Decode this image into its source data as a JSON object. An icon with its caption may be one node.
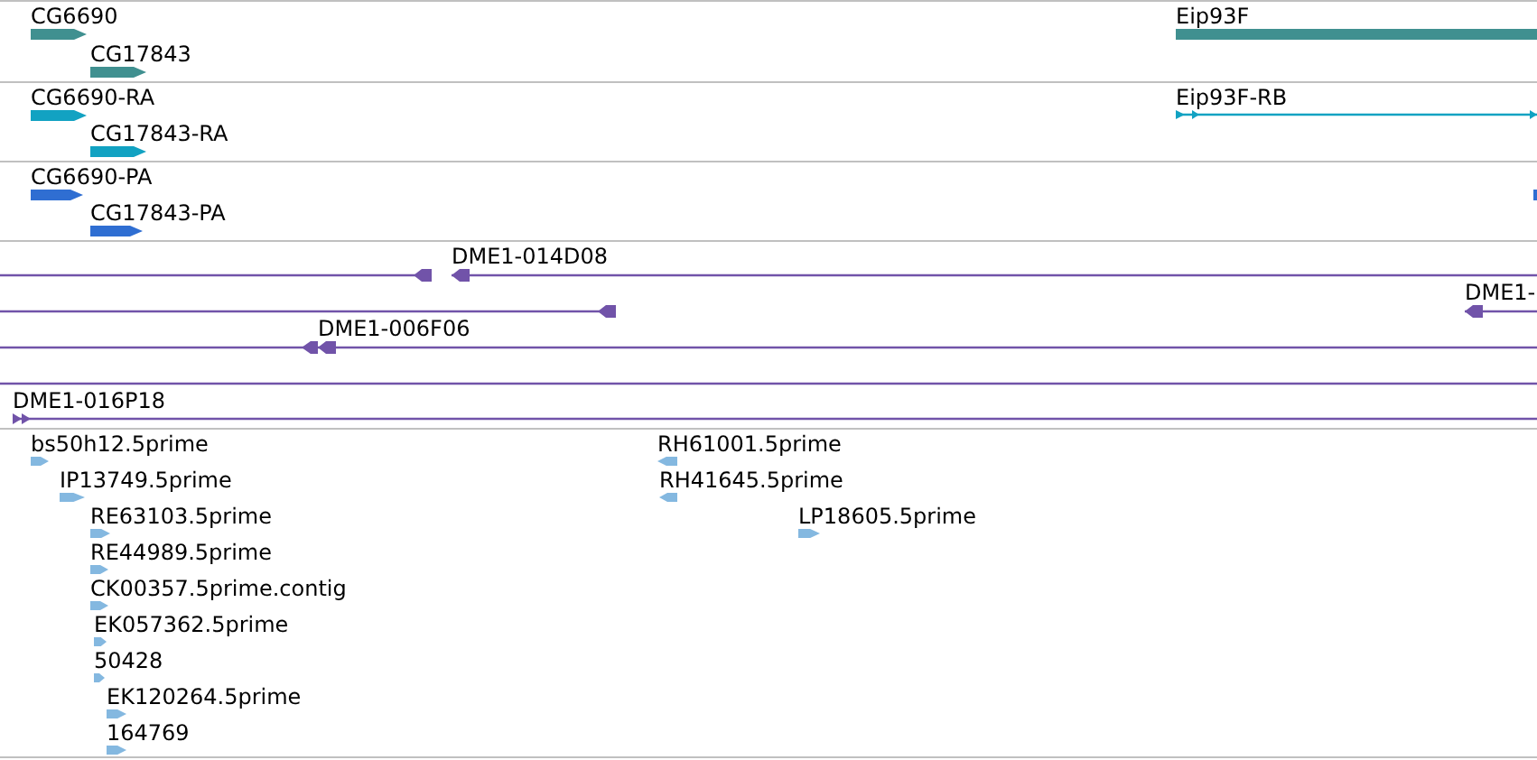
{
  "diagram": {
    "nodes": [
      {
        "text": [
          "CG6690"
        ]
      },
      {
        "text": [
          "Eip93F"
        ]
      },
      {
        "text": [
          "CG17843"
        ]
      },
      {
        "text": [
          "CG6690-RA"
        ]
      },
      {
        "text": [
          "Eip93F-RB"
        ]
      },
      {
        "text": [
          "CG17843-RA"
        ]
      },
      {
        "text": [
          "CG6690-PA"
        ]
      },
      {
        "text": [],
        "shape": "bar"
      },
      {
        "text": [
          "CG17843-PA"
        ]
      },
      {
        "text": [],
        "shape": "bar"
      },
      {
        "text": [
          "DME1-014D08"
        ]
      },
      {
        "text": [],
        "shape": "bar"
      },
      {
        "text": [
          "DME1-"
        ]
      },
      {
        "text": [],
        "shape": "bar"
      },
      {
        "text": [
          "DME1-006F06"
        ]
      },
      {
        "text": [],
        "shape": "bar"
      },
      {
        "text": [
          "DME1-016P18"
        ]
      },
      {
        "text": [
          "bs50h12.5prime"
        ]
      },
      {
        "text": [
          "RH61001.5prime"
        ]
      },
      {
        "text": [
          "IP13749.5prime"
        ]
      },
      {
        "text": [
          "RH41645.5prime"
        ]
      },
      {
        "text": [
          "RE63103.5prime"
        ]
      },
      {
        "text": [
          "LP18605.5prime"
        ]
      },
      {
        "text": [
          "RE44989.5prime"
        ]
      },
      {
        "text": [
          "CK00357.5prime.contig"
        ]
      },
      {
        "text": [
          "EK057362.5prime"
        ]
      },
      {
        "text": [
          "50428"
        ]
      },
      {
        "text": [
          "EK120264.5prime"
        ]
      },
      {
        "text": [
          "164769"
        ]
      }
    ]
  }
}
